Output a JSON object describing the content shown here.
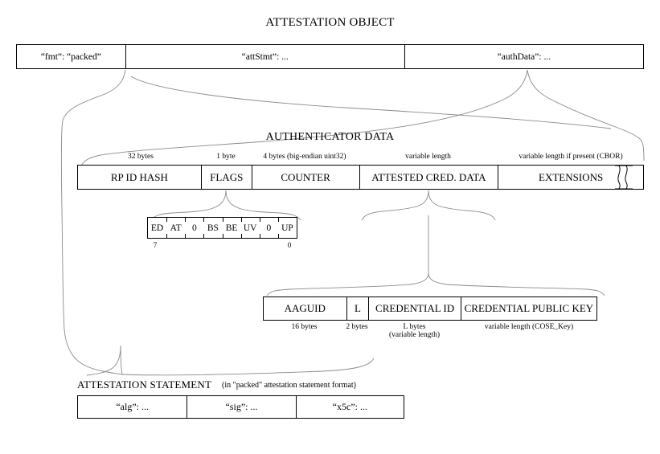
{
  "diagram": {
    "title": "ATTESTATION OBJECT",
    "sections": {
      "authenticator_data_title": "AUTHENTICATOR DATA",
      "attestation_statement_title": "ATTESTATION STATEMENT",
      "attestation_statement_note": "(in \"packed\" attestation statement format)"
    }
  },
  "attestation_object": {
    "fields": [
      {
        "label": "“fmt”: “packed”"
      },
      {
        "label": "“attStmt”: ..."
      },
      {
        "label": "“authData”: ..."
      }
    ]
  },
  "authenticator_data": {
    "fields": [
      {
        "label": "RP ID HASH",
        "size": "32 bytes"
      },
      {
        "label": "FLAGS",
        "size": "1 byte"
      },
      {
        "label": "COUNTER",
        "size": "4 bytes (big-endian uint32)"
      },
      {
        "label": "ATTESTED CRED. DATA",
        "size": "variable length"
      },
      {
        "label": "EXTENSIONS",
        "size": "variable length if present (CBOR)"
      }
    ]
  },
  "flags": {
    "bits": [
      "ED",
      "AT",
      "0",
      "BS",
      "BE",
      "UV",
      "0",
      "UP"
    ],
    "high_index": "7",
    "low_index": "0"
  },
  "attested_credential_data": {
    "fields": [
      {
        "label": "AAGUID",
        "size": "16 bytes"
      },
      {
        "label": "L",
        "size": "2 bytes"
      },
      {
        "label": "CREDENTIAL ID",
        "size": "L bytes",
        "size2": "(variable length)"
      },
      {
        "label": "CREDENTIAL PUBLIC KEY",
        "size": "variable length (COSE_Key)"
      }
    ]
  },
  "attestation_statement": {
    "fields": [
      {
        "label": "“alg”: ..."
      },
      {
        "label": "“sig”: ..."
      },
      {
        "label": "“x5c”: ..."
      }
    ]
  },
  "style": {
    "stroke": "#7a7a7a",
    "box_border": "#000000",
    "background": "#ffffff"
  }
}
